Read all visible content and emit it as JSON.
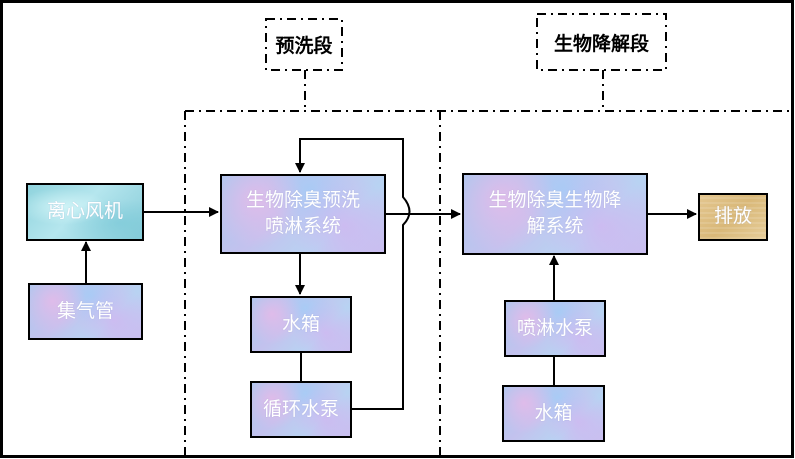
{
  "stages": {
    "prewash": {
      "label": "预洗段"
    },
    "biodegradation": {
      "label": "生物降解段"
    }
  },
  "nodes": {
    "centrifugal_fan": {
      "label": "离心风机"
    },
    "gas_collection_pipe": {
      "label": "集气管"
    },
    "prewash_spray_system": {
      "label": "生物除臭预洗喷淋系统"
    },
    "prewash_water_tank": {
      "label": "水箱"
    },
    "circulation_pump": {
      "label": "循环水泵"
    },
    "biodegradation_system": {
      "label": "生物除臭生物降解系统"
    },
    "discharge": {
      "label": "排放"
    },
    "spray_pump": {
      "label": "喷淋水泵"
    },
    "bio_water_tank": {
      "label": "水箱"
    }
  },
  "colors": {
    "line": "#000000",
    "node_text": "#ffffff",
    "node_blue_texture": "#bcc8f0",
    "node_cyan_texture": "#9fdbe4",
    "node_tan_texture": "#dfc085"
  }
}
